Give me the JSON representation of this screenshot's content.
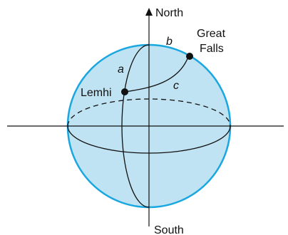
{
  "colors": {
    "sphere_fill": "#bfe3f2",
    "sphere_outline": "#1aa7df",
    "line": "#111111",
    "point": "#111111"
  },
  "labels": {
    "north": "North",
    "south": "South",
    "great_falls_line1": "Great",
    "great_falls_line2": "Falls",
    "lemhi": "Lemhi",
    "side_a": "a",
    "side_b": "b",
    "side_c": "c"
  }
}
